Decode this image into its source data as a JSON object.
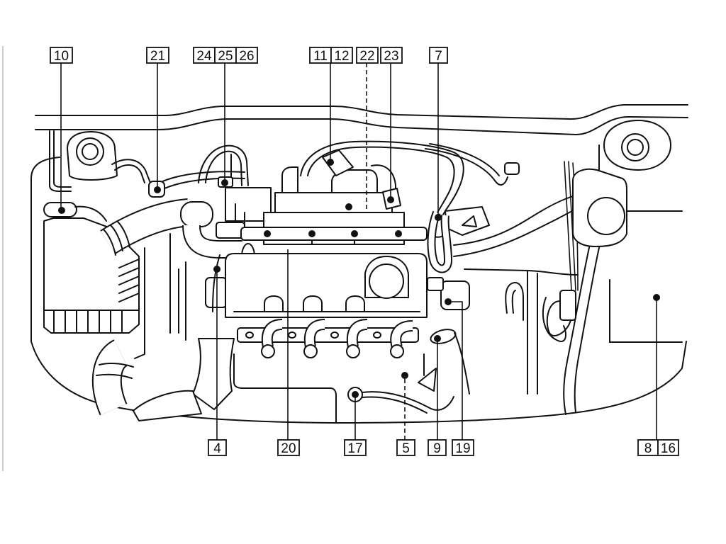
{
  "callouts": {
    "top": [
      "10",
      "21",
      "24",
      "25",
      "26",
      "11",
      "12",
      "22",
      "23",
      "7"
    ],
    "bottom": [
      "4",
      "20",
      "17",
      "5",
      "9",
      "19",
      "8",
      "16"
    ]
  }
}
